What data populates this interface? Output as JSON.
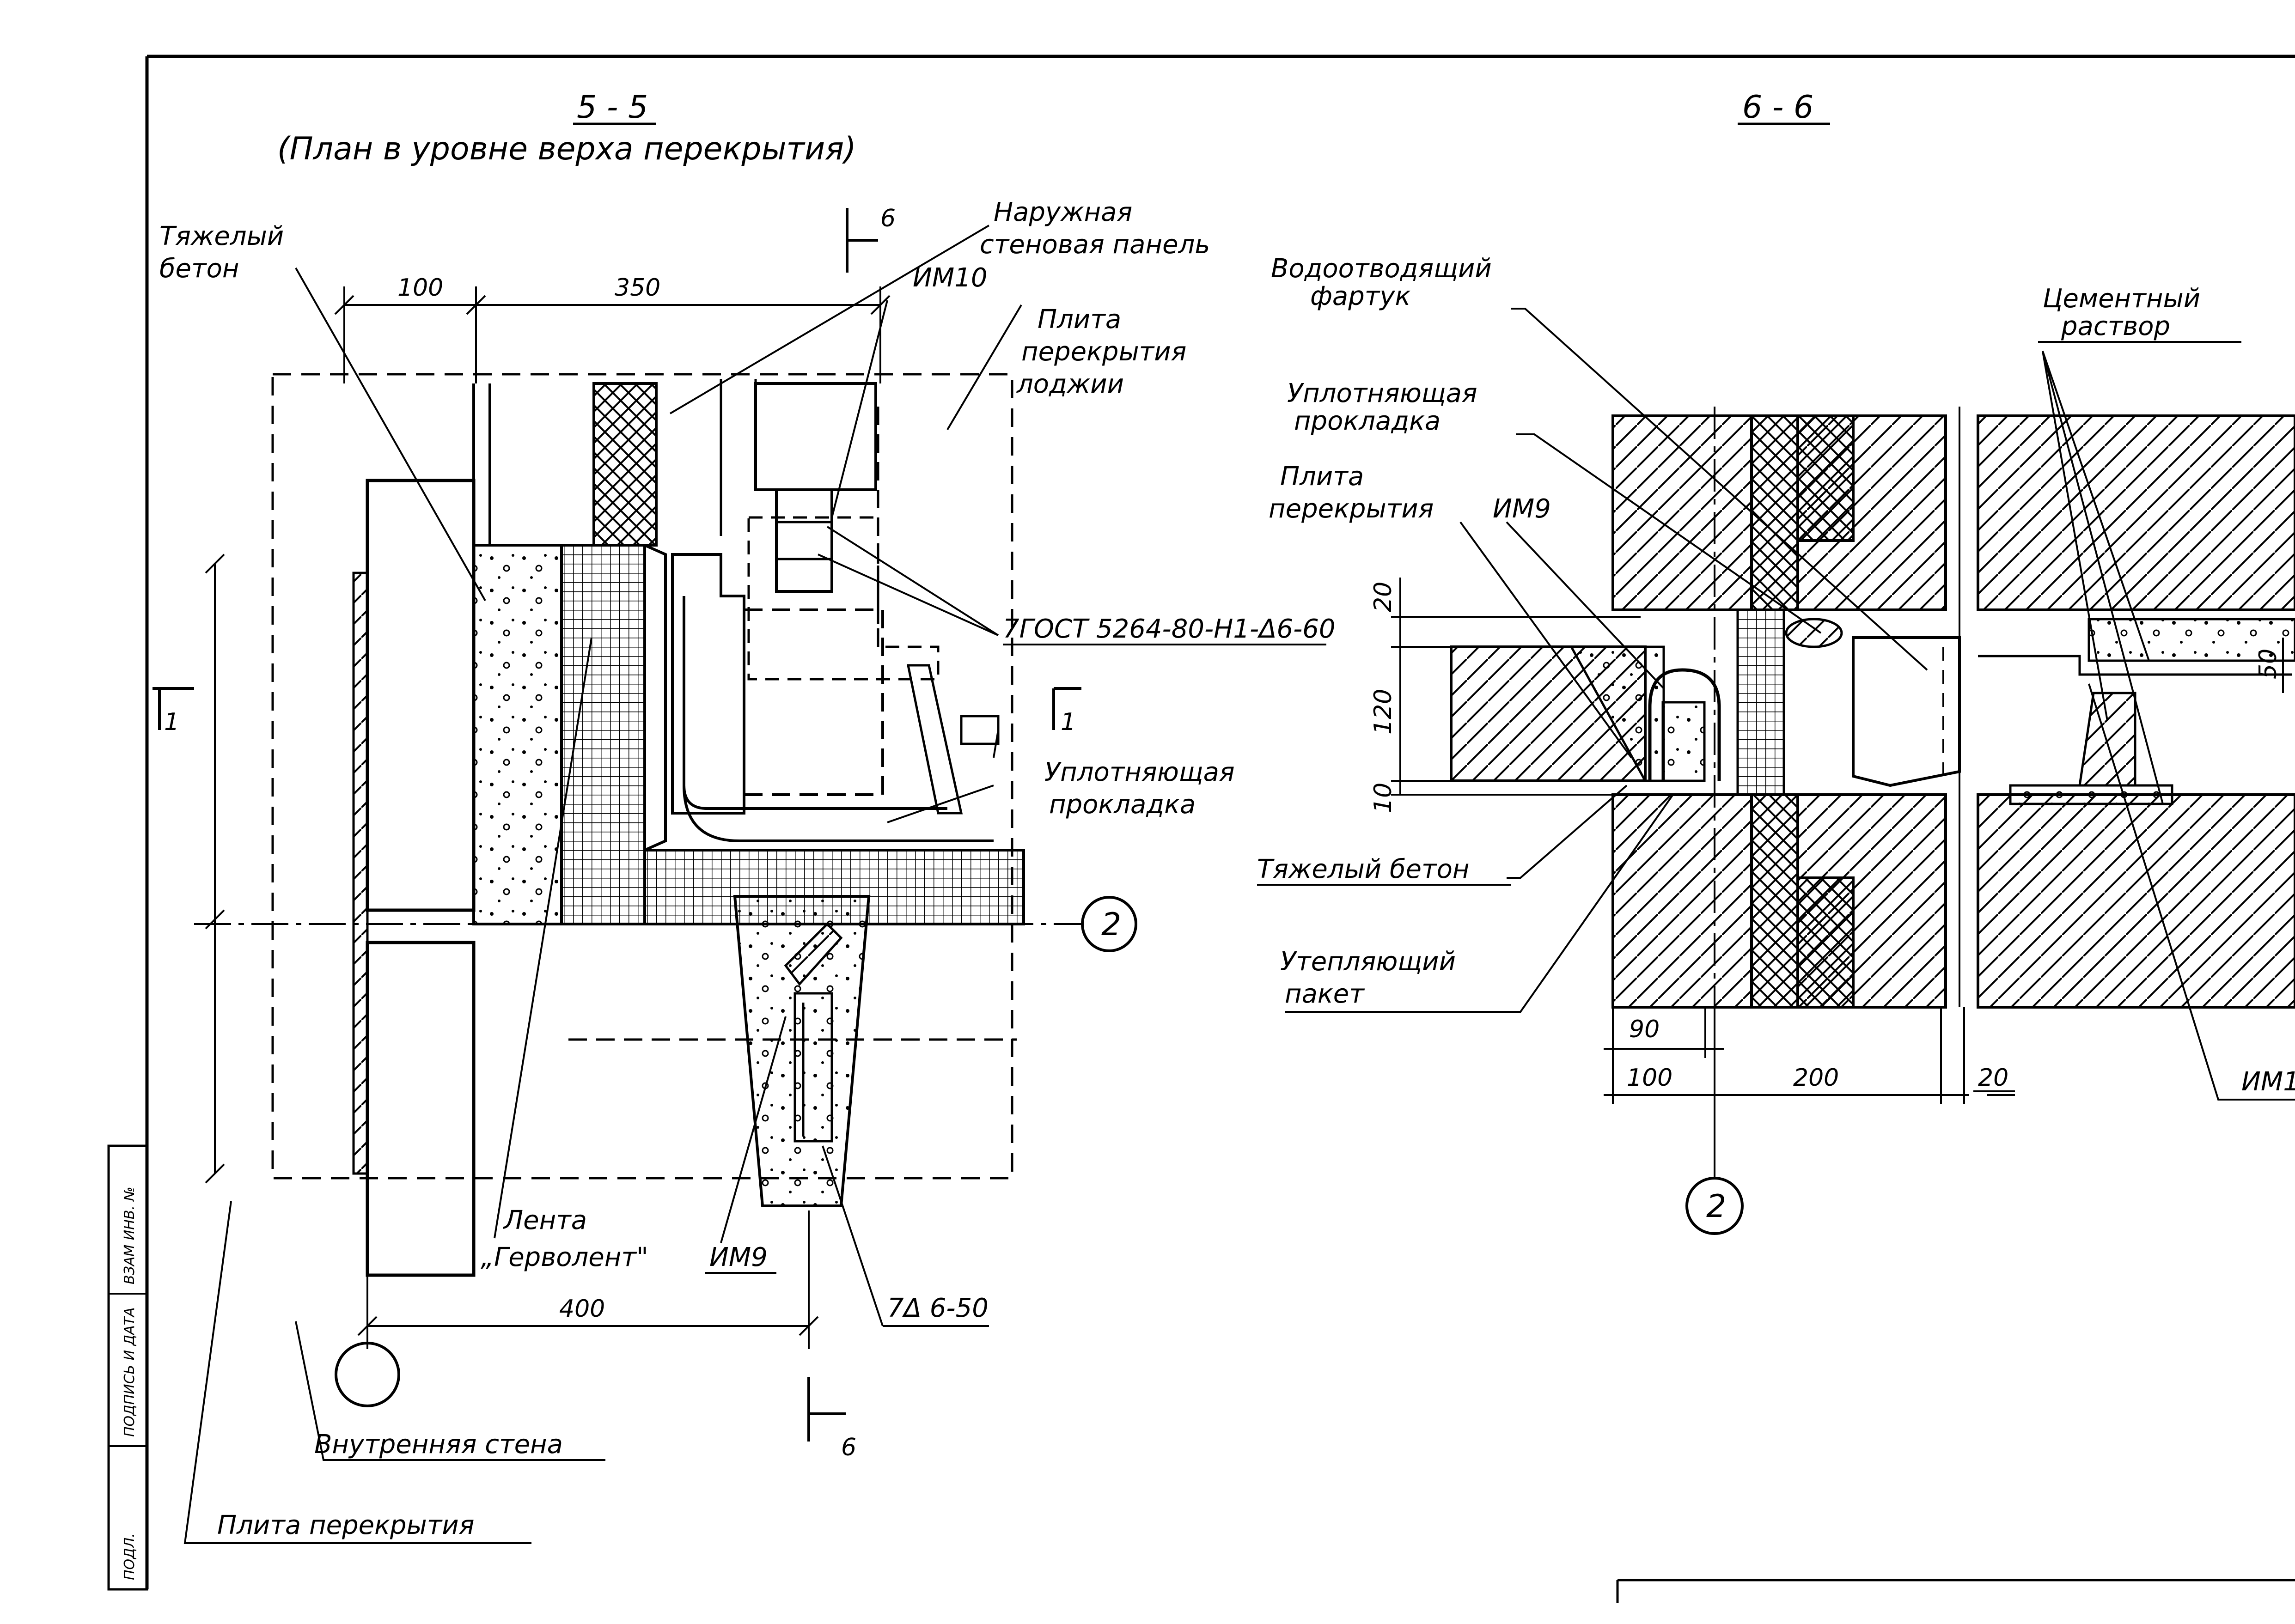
{
  "section_5": {
    "title": "5 - 5",
    "subtitle": "(План в уровне верха перекрытия)",
    "labels": {
      "heavy_concrete": [
        "Тяжелый",
        "бетон"
      ],
      "outer_panel": [
        "Наружная",
        "стеновая панель"
      ],
      "im10": "ИМ10",
      "loggia_slab": [
        "Плита",
        "перекрытия",
        "лоджии"
      ],
      "weld_gost": "7ГОСТ 5264-80-Н1-Δ6-60",
      "seal": [
        "Уплотняющая",
        "прокладка"
      ],
      "tape": [
        "Лента",
        "„Герволент\""
      ],
      "im9": "ИМ9",
      "weld2": "7Δ 6-50",
      "inner_wall": "Внутренняя стена",
      "floor_slab": "Плита перекрытия"
    },
    "dims": {
      "d100": "100",
      "d350": "350",
      "d400": "400"
    },
    "markers": {
      "cut6_top": "6",
      "cut6_bottom": "6",
      "cut1_left": "1",
      "cut1_right": "1",
      "axis2": "2"
    }
  },
  "section_6": {
    "title": "6 - 6",
    "labels": {
      "drip_apron": [
        "Водоотводящий",
        "фартук"
      ],
      "cement_mortar": [
        "Цементный",
        "раствор"
      ],
      "seal": [
        "Уплотняющая",
        "прокладка"
      ],
      "floor_slab": [
        "Плита",
        "перекрытия"
      ],
      "im9": "ИМ9",
      "heavy_concrete": "Тяжелый бетон",
      "insulation": [
        "Утепляющий",
        "пакет"
      ],
      "im_cut": "ИМ1"
    },
    "dims": {
      "v20": "20",
      "v120": "120",
      "v10": "10",
      "v50": "50",
      "d90": "90",
      "d100": "100",
      "d200": "200",
      "d20": "20"
    },
    "markers": {
      "axis2": "2"
    }
  },
  "stamp": [
    "ПОДЛ.",
    "ПОДПИСЬ И ДАТА",
    "ВЗАМ ИНВ. №"
  ]
}
